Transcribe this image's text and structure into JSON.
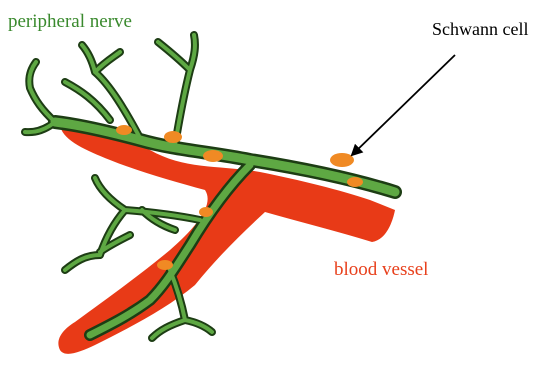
{
  "labels": {
    "peripheral_nerve": "peripheral nerve",
    "schwann_cell": "Schwann cell",
    "blood_vessel": "blood vessel"
  },
  "colors": {
    "nerve_label": "#3a8a2e",
    "vessel_label": "#e8401c",
    "schwann_label": "#000000",
    "nerve_fill": "#5ea843",
    "nerve_outline": "#1d3d14",
    "vessel_fill": "#e83a17",
    "schwann_cell_fill": "#f08a24",
    "arrow": "#000000"
  }
}
